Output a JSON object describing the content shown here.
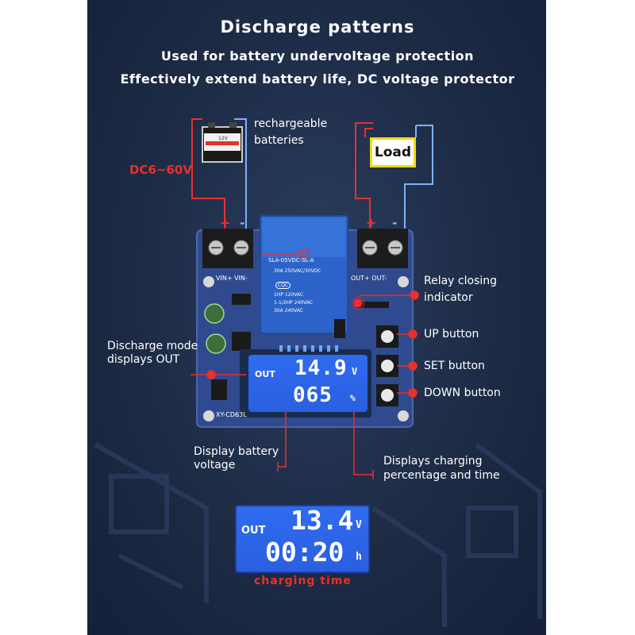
{
  "header": {
    "title": "Discharge patterns",
    "line1": "Used for battery undervoltage protection",
    "line2": "Effectively extend battery life, DC voltage protector"
  },
  "wiring": {
    "battery_label_1": "rechargeable",
    "battery_label_2": "batteries",
    "voltage_range": "DC6~60V",
    "load": "Load",
    "plus": "+",
    "minus": "-"
  },
  "board": {
    "vin_label": "VIN+ VIN-",
    "out_label": "OUT+ OUT-",
    "model": "XY-CD63L",
    "relay_lines": [
      "SLA-05VDC-SL-A",
      "30A 250VAC/30VDC",
      "CQC",
      "1HP 120VAC",
      "1-1/2HP 240VAC",
      "30A 240VAC"
    ],
    "lcd": {
      "mode": "OUT",
      "voltage": "14.9",
      "voltage_unit": "V",
      "percent": "065",
      "percent_unit": "%"
    }
  },
  "callouts": {
    "relay_1": "Relay closing",
    "relay_2": "indicator",
    "up": "UP button",
    "set": "SET button",
    "down": "DOWN button",
    "discharge_1": "Discharge mode",
    "discharge_2": "displays OUT",
    "battery_v_1": "Display battery",
    "battery_v_2": "voltage",
    "charging_1": "Displays charging",
    "charging_2": "percentage and time"
  },
  "bottom_lcd": {
    "mode": "OUT",
    "voltage": "13.4",
    "voltage_unit": "V",
    "time": "00:20",
    "time_unit": "h",
    "caption": "charging time"
  },
  "colors": {
    "background": "#1d2b45",
    "pcb": "#2f4a8e",
    "lcd_blue": "#2f6bf0",
    "wire_red": "#e8302c",
    "wire_blue": "#7fb0ff",
    "load_border": "#f5d90c"
  }
}
